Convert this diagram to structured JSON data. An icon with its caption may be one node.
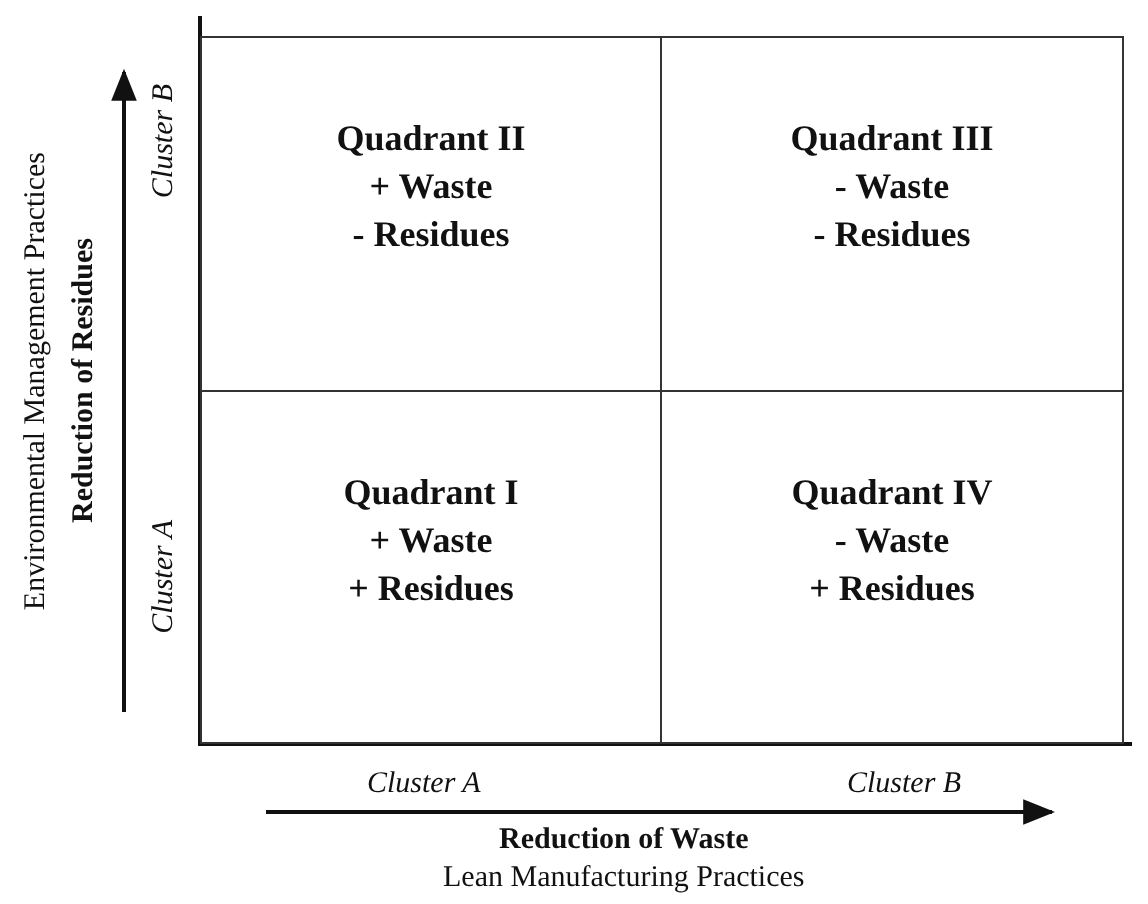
{
  "diagram": {
    "nodes": [
      {
        "text": [
          "Quadrant II",
          "+ Waste",
          "- Residues"
        ]
      },
      {
        "text": [
          "Quadrant III",
          "- Waste",
          "- Residues"
        ]
      },
      {
        "text": [
          "Quadrant I",
          "+ Waste",
          "+ Residues"
        ]
      },
      {
        "text": [
          "Quadrant IV",
          "- Waste",
          "+ Residues"
        ]
      }
    ],
    "labels": [
      "Environmental Management Practices",
      "Reduction of Residues",
      "Cluster B",
      "Cluster A",
      "Cluster A",
      "Cluster B",
      "Reduction of Waste",
      "Lean Manufacturing Practices"
    ]
  }
}
